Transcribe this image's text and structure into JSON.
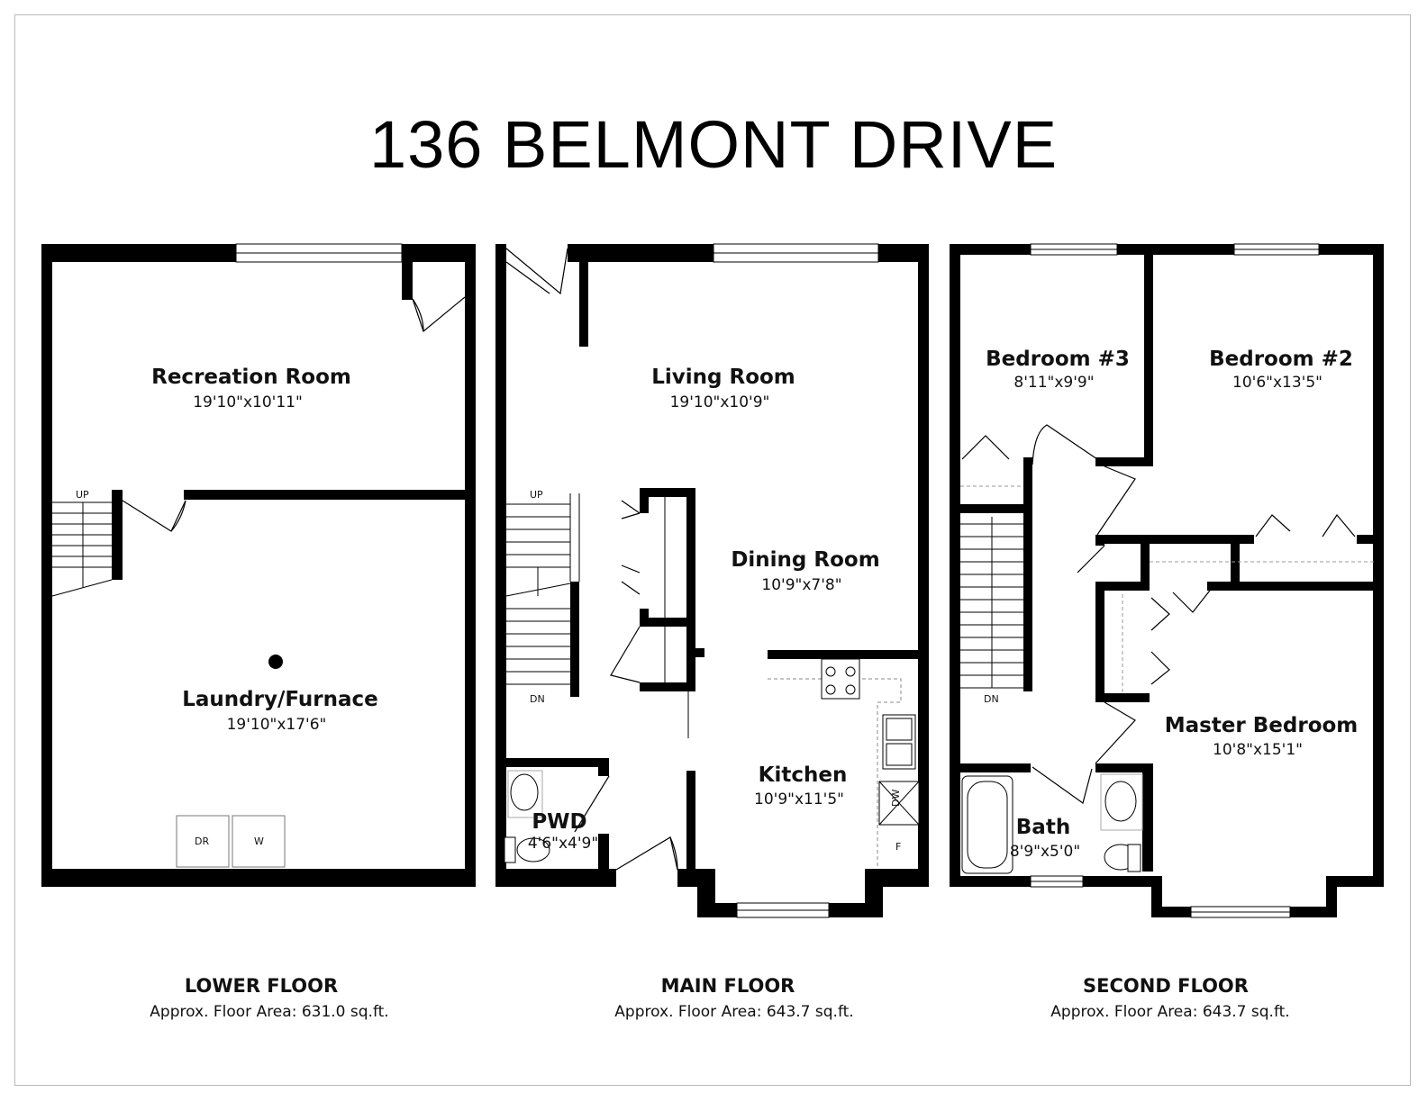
{
  "title": "136 BELMONT DRIVE",
  "markers": {
    "up": "UP",
    "dn": "DN",
    "dryer": "DR",
    "washer": "W",
    "dishwasher": "DW",
    "fridge": "F"
  },
  "floors": [
    {
      "name": "LOWER FLOOR",
      "area": "Approx. Floor Area: 631.0 sq.ft.",
      "rooms": [
        {
          "name": "Recreation Room",
          "dim": "19'10\"x10'11\""
        },
        {
          "name": "Laundry/Furnace",
          "dim": "19'10\"x17'6\""
        }
      ]
    },
    {
      "name": "MAIN FLOOR",
      "area": "Approx. Floor Area: 643.7 sq.ft.",
      "rooms": [
        {
          "name": "Living Room",
          "dim": "19'10\"x10'9\""
        },
        {
          "name": "Dining Room",
          "dim": "10'9\"x7'8\""
        },
        {
          "name": "Kitchen",
          "dim": "10'9\"x11'5\""
        },
        {
          "name": "PWD",
          "dim": "4'6\"x4'9\""
        }
      ]
    },
    {
      "name": "SECOND FLOOR",
      "area": "Approx. Floor Area: 643.7 sq.ft.",
      "rooms": [
        {
          "name": "Bedroom #3",
          "dim": "8'11\"x9'9\""
        },
        {
          "name": "Bedroom #2",
          "dim": "10'6\"x13'5\""
        },
        {
          "name": "Master Bedroom",
          "dim": "10'8\"x15'1\""
        },
        {
          "name": "Bath",
          "dim": "8'9\"x5'0\""
        }
      ]
    }
  ]
}
